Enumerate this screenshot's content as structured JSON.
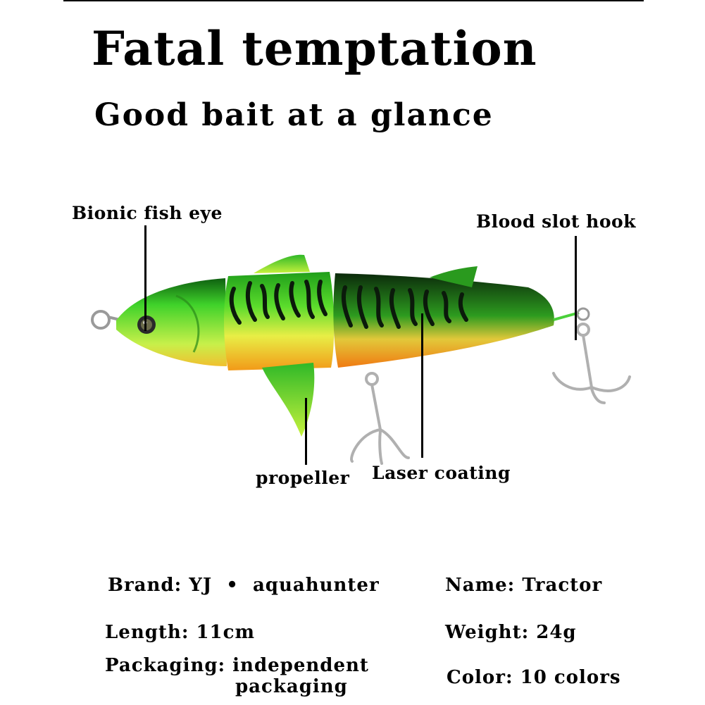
{
  "header": {
    "title": "Fatal temptation",
    "subtitle": "Good bait at a glance"
  },
  "callouts": {
    "eye": "Bionic fish eye",
    "hook": "Blood slot hook",
    "propeller": "propeller",
    "coating": "Laser coating"
  },
  "specs": {
    "brand": "Brand: YJ  •  aquahunter",
    "name": "Name: Tractor",
    "length": "Length: 11cm",
    "weight": "Weight: 24g",
    "packaging_line1": "Packaging: independent",
    "packaging_line2": "packaging",
    "color": "Color: 10 colors"
  },
  "colors": {
    "lure_green": "#39d12b",
    "lure_lime": "#c9f24a",
    "lure_yellow": "#f2e64a",
    "lure_orange": "#f2a21c",
    "stripe": "#0b1a0b",
    "hook_metal": "#b8b8b8"
  }
}
